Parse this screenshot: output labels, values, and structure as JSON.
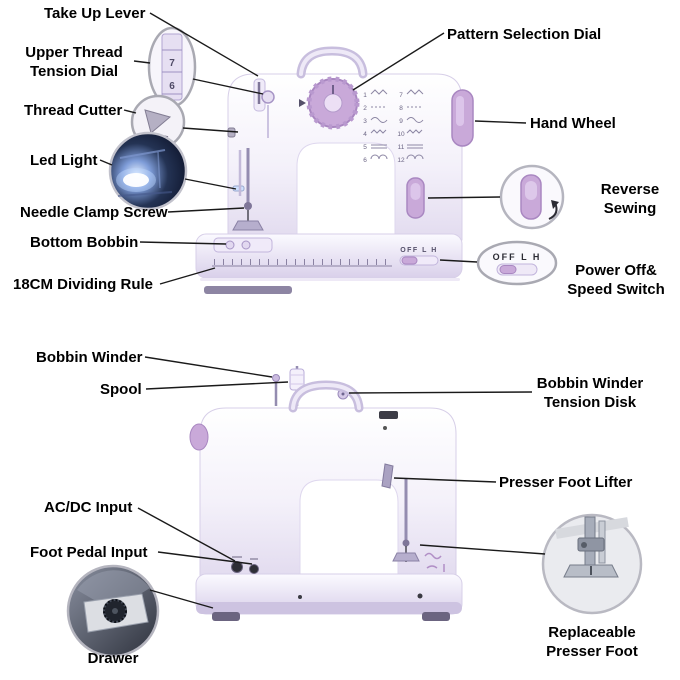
{
  "diagram": {
    "front_view": {
      "labels": {
        "take_up_lever": "Take Up Lever",
        "upper_thread_tension_dial": "Upper Thread\nTension Dial",
        "thread_cutter": "Thread Cutter",
        "led_light": "Led Light",
        "needle_clamp_screw": "Needle Clamp Screw",
        "bottom_bobbin": "Bottom Bobbin",
        "dividing_rule": "18CM Dividing Rule",
        "pattern_selection_dial": "Pattern Selection Dial",
        "hand_wheel": "Hand Wheel",
        "reverse_sewing": "Reverse\nSewing",
        "power_speed_switch": "Power Off&\nSpeed Switch"
      },
      "machine": {
        "power_switch_text": "OFF L H"
      },
      "stitch_chart": {
        "numbers": [
          "1",
          "2",
          "3",
          "4",
          "5",
          "6",
          "7",
          "8",
          "9",
          "10",
          "11",
          "12"
        ]
      },
      "callouts": {
        "tension_dial_numbers": [
          "7",
          "6"
        ],
        "power_switch_text": "OFF L H"
      }
    },
    "back_view": {
      "labels": {
        "bobbin_winder": "Bobbin Winder",
        "spool": "Spool",
        "ac_dc_input": "AC/DC Input",
        "foot_pedal_input": "Foot Pedal Input",
        "drawer": "Drawer",
        "bobbin_winder_tension_disk": "Bobbin Winder\nTension Disk",
        "presser_foot_lifter": "Presser Foot Lifter",
        "replaceable_presser_foot": "Replaceable\nPresser Foot"
      }
    },
    "colors": {
      "accent_purple": "#c9a9d9",
      "accent_purple_dark": "#a987c1",
      "machine_lavender": "#e9e4f4",
      "leader_line": "#1a1a1a"
    }
  }
}
